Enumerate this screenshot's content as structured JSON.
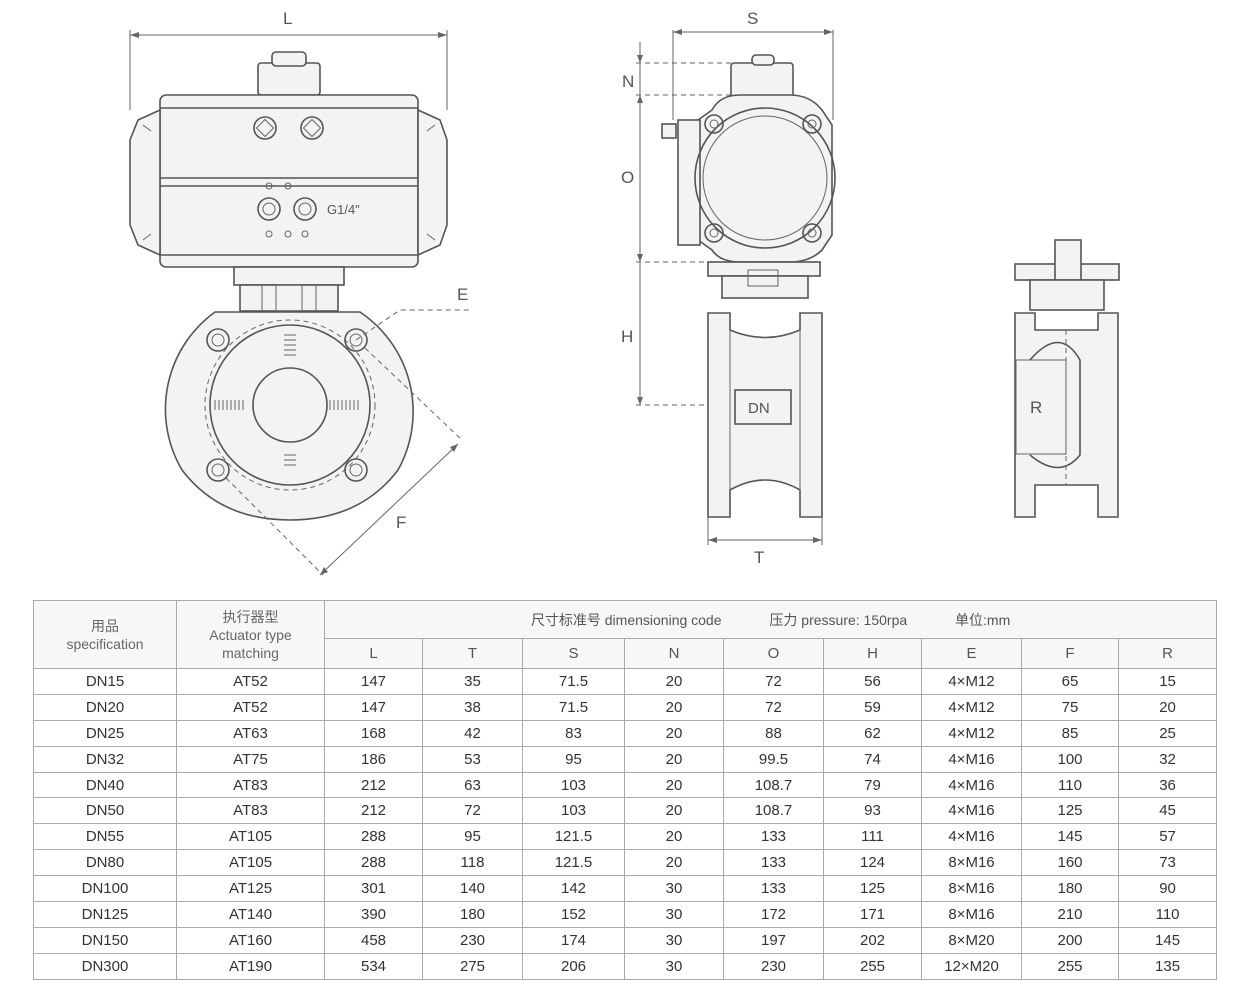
{
  "drawing": {
    "labels": {
      "L": "L",
      "S": "S",
      "N": "N",
      "O": "O",
      "H": "H",
      "E": "E",
      "F": "F",
      "T": "T",
      "R": "R",
      "port_marking": "G1/4\"",
      "body_marking": "DN"
    }
  },
  "table": {
    "header": {
      "spec_cn": "用品",
      "spec_en": "specification",
      "actuator_cn": "执行器型",
      "actuator_en": "Actuator type",
      "actuator_en2": "matching",
      "dimension_label": "尺寸标准号 dimensioning code",
      "pressure_label": "压力 pressure: 150rpa",
      "unit_label": "单位:mm",
      "columns": [
        "L",
        "T",
        "S",
        "N",
        "O",
        "H",
        "E",
        "F",
        "R"
      ]
    },
    "rows": [
      [
        "DN15",
        "AT52",
        "147",
        "35",
        "71.5",
        "20",
        "72",
        "56",
        "4×M12",
        "65",
        "15"
      ],
      [
        "DN20",
        "AT52",
        "147",
        "38",
        "71.5",
        "20",
        "72",
        "59",
        "4×M12",
        "75",
        "20"
      ],
      [
        "DN25",
        "AT63",
        "168",
        "42",
        "83",
        "20",
        "88",
        "62",
        "4×M12",
        "85",
        "25"
      ],
      [
        "DN32",
        "AT75",
        "186",
        "53",
        "95",
        "20",
        "99.5",
        "74",
        "4×M16",
        "100",
        "32"
      ],
      [
        "DN40",
        "AT83",
        "212",
        "63",
        "103",
        "20",
        "108.7",
        "79",
        "4×M16",
        "110",
        "36"
      ],
      [
        "DN50",
        "AT83",
        "212",
        "72",
        "103",
        "20",
        "108.7",
        "93",
        "4×M16",
        "125",
        "45"
      ],
      [
        "DN55",
        "AT105",
        "288",
        "95",
        "121.5",
        "20",
        "133",
        "111",
        "4×M16",
        "145",
        "57"
      ],
      [
        "DN80",
        "AT105",
        "288",
        "118",
        "121.5",
        "20",
        "133",
        "124",
        "8×M16",
        "160",
        "73"
      ],
      [
        "DN100",
        "AT125",
        "301",
        "140",
        "142",
        "30",
        "133",
        "125",
        "8×M16",
        "180",
        "90"
      ],
      [
        "DN125",
        "AT140",
        "390",
        "180",
        "152",
        "30",
        "172",
        "171",
        "8×M16",
        "210",
        "110"
      ],
      [
        "DN150",
        "AT160",
        "458",
        "230",
        "174",
        "30",
        "197",
        "202",
        "8×M20",
        "200",
        "145"
      ],
      [
        "DN300",
        "AT190",
        "534",
        "275",
        "206",
        "30",
        "230",
        "255",
        "12×M20",
        "255",
        "135"
      ]
    ]
  }
}
